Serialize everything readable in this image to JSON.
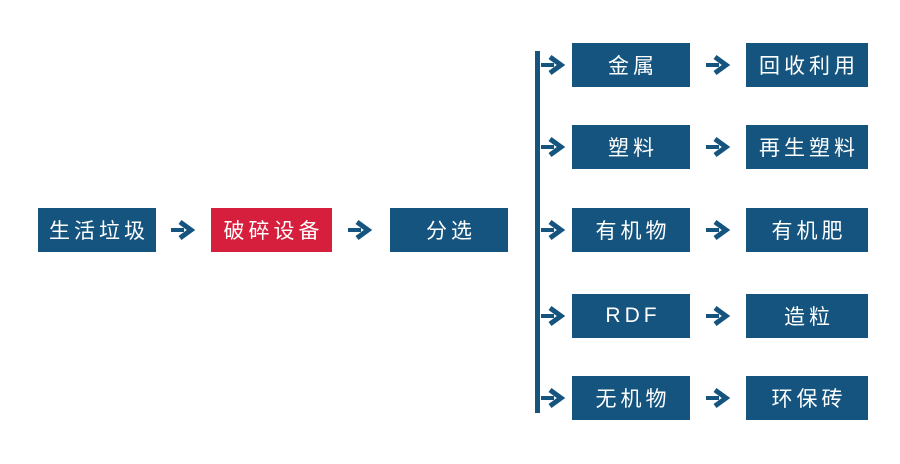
{
  "colors": {
    "node_blue": "#15547E",
    "node_red": "#D51F3C",
    "text": "#FFFFFF",
    "background": "#FFFFFF"
  },
  "icons": {
    "arrow_right": "→"
  },
  "main_flow": {
    "source": {
      "label": "生活垃圾"
    },
    "crusher": {
      "label": "破碎设备"
    },
    "sorter": {
      "label": "分选"
    }
  },
  "branches": [
    {
      "material": "金属",
      "output": "回收利用"
    },
    {
      "material": "塑料",
      "output": "再生塑料"
    },
    {
      "material": "有机物",
      "output": "有机肥"
    },
    {
      "material": "RDF",
      "output": "造粒"
    },
    {
      "material": "无机物",
      "output": "环保砖"
    }
  ]
}
